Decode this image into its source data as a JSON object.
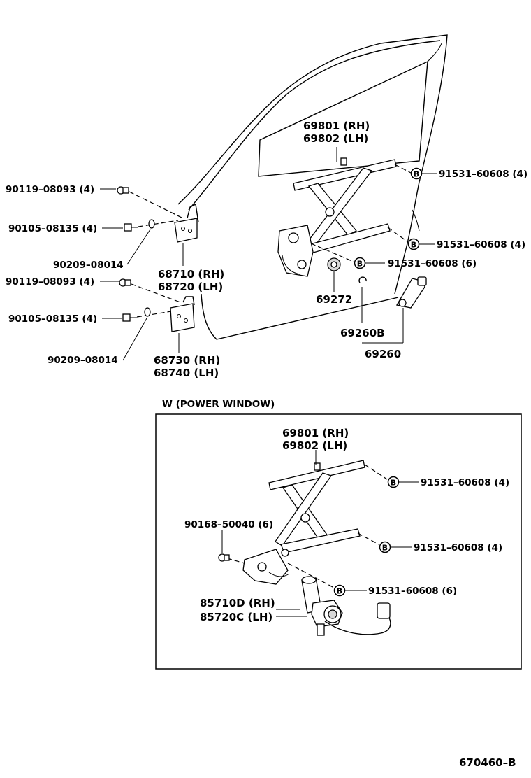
{
  "labels": {
    "p90119_top": "90119–08093 (4)",
    "p90105_top": "90105–08135 (4)",
    "p90209_top": "90209–08014",
    "p90119_bot": "90119–08093 (4)",
    "p90105_bot": "90105–08135 (4)",
    "p90209_bot": "90209–08014",
    "hinge_upper_rh": "68710 (RH)",
    "hinge_upper_lh": "68720 (LH)",
    "hinge_lower_rh": "68730 (RH)",
    "hinge_lower_lh": "68740 (LH)",
    "reg_rh": "69801 (RH)",
    "reg_lh": "69802 (LH)",
    "bolt_upper": "91531–60608 (4)",
    "bolt_mid": "91531–60608 (4)",
    "bolt_lower": "91531–60608 (6)",
    "p69272": "69272",
    "p69260b": "69260B",
    "p69260": "69260",
    "pw_title": "W (POWER  WINDOW)",
    "pw_reg_rh": "69801 (RH)",
    "pw_reg_lh": "69802 (LH)",
    "pw_bolt_upper": "91531–60608 (4)",
    "pw_bolt_mid": "91531–60608 (4)",
    "pw_bolt_lower": "91531–60608 (6)",
    "pw_screw": "90168–50040 (6)",
    "pw_motor_rh": "85710D (RH)",
    "pw_motor_lh": "85720C (LH)",
    "bolt_marker": "B",
    "ref_code": "670460–B"
  },
  "icons": [
    "bolt-icon",
    "washer-icon",
    "hinge-icon",
    "regulator-icon",
    "handle-icon",
    "motor-icon",
    "snap-ring-icon"
  ],
  "colors": {
    "ink": "#000000",
    "paper": "#ffffff"
  }
}
